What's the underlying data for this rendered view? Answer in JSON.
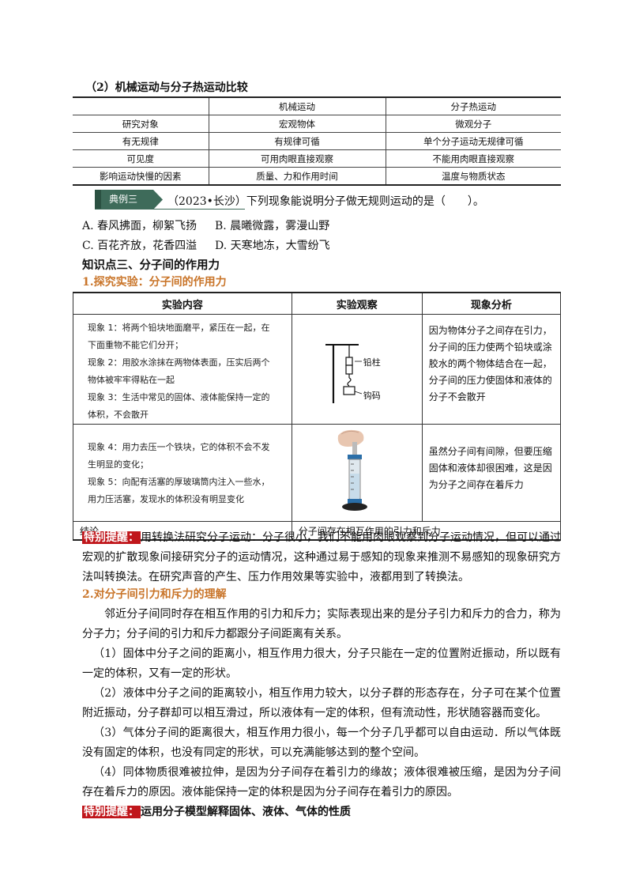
{
  "section_title": "（2）机械运动与分子热运动比较",
  "compare_table": {
    "headers": [
      "",
      "机械运动",
      "分子热运动"
    ],
    "rows": [
      [
        "研究对象",
        "宏观物体",
        "微观分子"
      ],
      [
        "有无规律",
        "有规律可循",
        "单个分子运动无规律可循"
      ],
      [
        "可见度",
        "可用肉眼直接观察",
        "不能用肉眼直接观察"
      ],
      [
        "影响运动快慢的因素",
        "质量、力和作用时间",
        "温度与物质状态"
      ]
    ]
  },
  "example": {
    "tag": "典例三",
    "question": "（2023•长沙）下列现象能说明分子做无规则运动的是（　　）。",
    "options": [
      "A. 春风拂面，柳絮飞扬",
      "B. 晨曦微露，雾漫山野",
      "C. 百花齐放，花香四溢",
      "D. 天寒地冻，大雪纷飞"
    ]
  },
  "knowledge_point": "知识点三、分子间的作用力",
  "subsection1": "1.探究实验：分子间的作用力",
  "exp_table": {
    "headers": [
      "实验内容",
      "实验观察",
      "现象分析"
    ],
    "row1_content": [
      "现象 1：将两个铅块地面磨平，紧压在一起，在",
      "下面重物不能它们分开；",
      "现象 2：用胶水涂抹在两物体表面，压实后两个",
      "物体被牢牢得粘在一起",
      "现象 3：生活中常见的固体、液体能保持一定的",
      "体积，不会散开"
    ],
    "row1_labels": [
      "铅柱",
      "钩码"
    ],
    "row1_analysis": "因为物体分子之间存在引力，分子间的压力使两个铅块或涂胶水的两个物体结合在一起，分子间的压力使固体和液体的分子不会散开",
    "row2_content": [
      "现象 4：用力去压一个铁块，它的体积不会不发",
      "生明显的变化；",
      "现象 5：向配有活塞的厚玻璃筒内注入一些水，",
      "用力压活塞，发现水的体积没有明显变化"
    ],
    "row2_analysis": "虽然分子间有间隙，但要压缩固体和液体却很困难，这是因为分子之间存在着斥力",
    "conclusion_label": "结论",
    "conclusion_text": "分子间存在相互作用的引力和斥力"
  },
  "note1": {
    "tag": "特别提醒：",
    "text": "用转换法研究分子运动：分子很小，我们不能用肉眼观察到分子运动情况，但可以通过宏观的扩散现象间接研究分子的运动情况，这种通过易于感知的现象来推测不易感知的现象研究方法叫转换法。在研究声音的产生、压力作用效果等实验中，液都用到了转换法。"
  },
  "subsection2": "2.对分子间引力和斥力的理解",
  "paragraphs": [
    "邻近分子间同时存在相互作用的引力和斥力；实际表现出来的是分子引力和斥力的合力，称为分子力；分子间的引力和斥力都跟分子间距离有关系。",
    "（1）固体中分子之间的距离小，相互作用力很大，分子只能在一定的位置附近振动，所以既有一定的体积，又有一定的形状。",
    "（2）液体中分子之间的距离较小，相互作用力较大，以分子群的形态存在，分子可在某个位置附近振动，分子群却可以相互滑过，所以液体有一定的体积，但有流动性，形状随容器而变化。",
    "（3）气体分子间的距离很大，相互作用力很小，每一个分子几乎都可以自由运动．所以气体既没有固定的体积，也没有同定的形状，可以充满能够达到的整个空间。",
    "（4）同体物质很难被拉伸，是因为分子间存在着引力的缘故；液体很难被压缩，是因为分子间存在着斥力的原因。液体能保持一定的体积是因为分子间存在着引力的原因。"
  ],
  "note2": {
    "tag": "特别提醒：",
    "text": "运用分子模型解释固体、液体、气体的性质"
  }
}
